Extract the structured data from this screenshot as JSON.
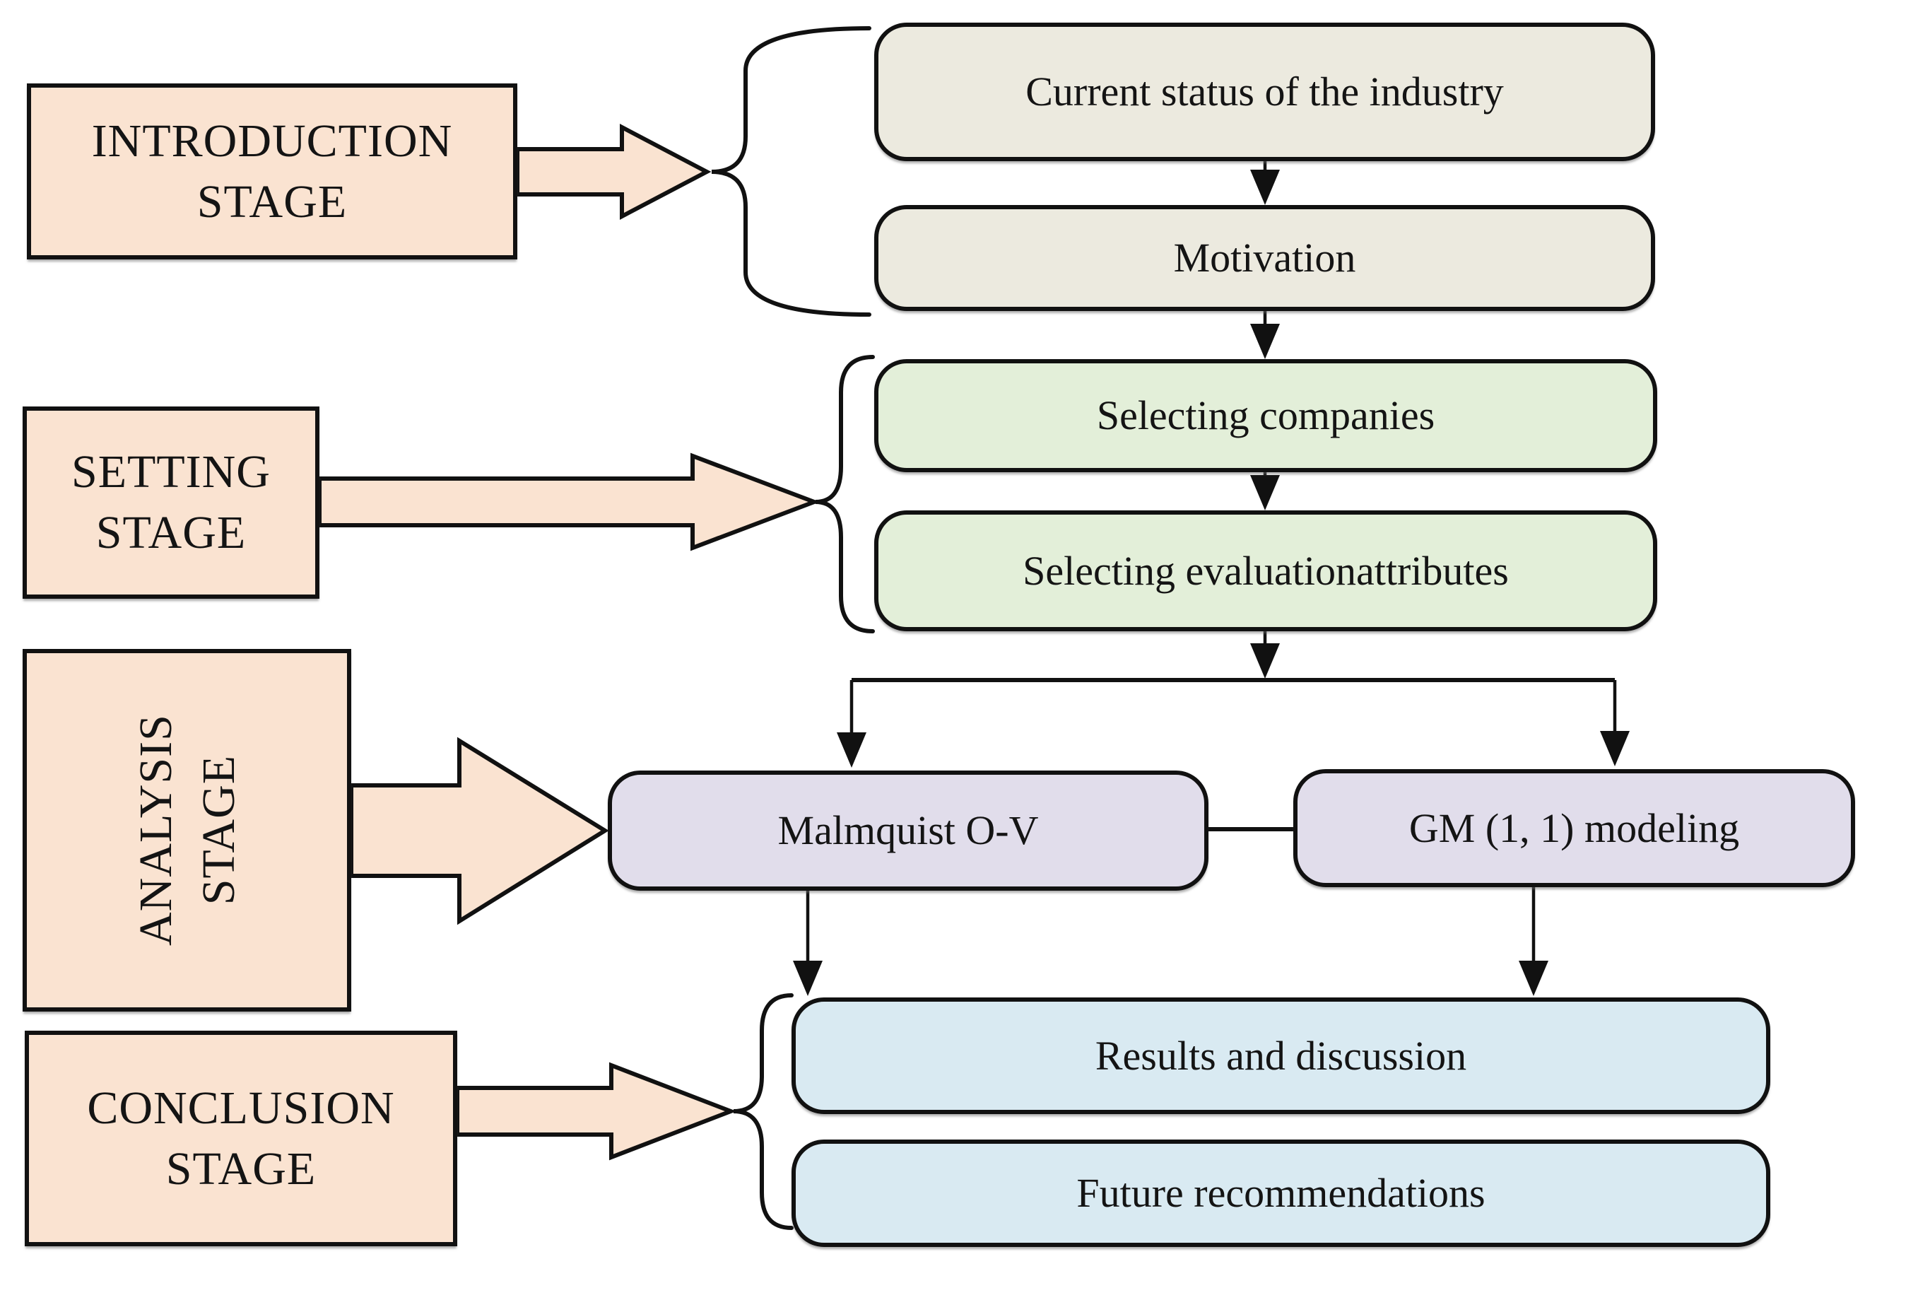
{
  "stages": {
    "introduction": {
      "line1": "INTRODUCTION",
      "line2": "STAGE"
    },
    "setting": {
      "line1": "SETTING",
      "line2": "STAGE"
    },
    "analysis": {
      "line1": "ANALYSIS",
      "line2": "STAGE"
    },
    "conclusion": {
      "line1": "CONCLUSION",
      "line2": "STAGE"
    }
  },
  "items": {
    "current_status": {
      "label": "Current status of the industry"
    },
    "motivation": {
      "label": "Motivation"
    },
    "selecting_companies": {
      "label": "Selecting companies"
    },
    "selecting_attributes": {
      "label": "Selecting evaluationattributes"
    },
    "malmquist": {
      "label": "Malmquist O-V"
    },
    "gm_modeling": {
      "label": "GM (1, 1) modeling"
    },
    "results": {
      "label": "Results and discussion"
    },
    "future_recommendations": {
      "label": "Future recommendations"
    }
  },
  "colors": {
    "stage_fill": "#fae3d1",
    "intro_item_fill": "#eceadf",
    "setting_item_fill": "#e3efd9",
    "analysis_item_fill": "#e1ddeb",
    "conclusion_item_fill": "#d9eaf2",
    "line": "#111111",
    "text": "#141414",
    "background": "#ffffff"
  }
}
